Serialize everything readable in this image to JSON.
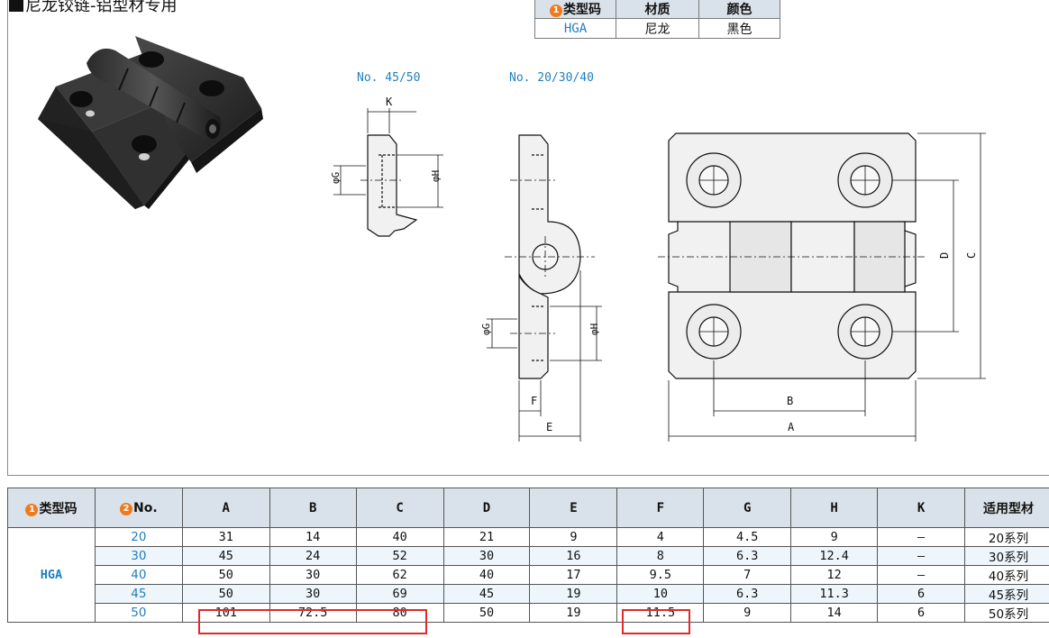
{
  "heading": "尼龙铰链-铝型材专用",
  "spec_table": {
    "headers": [
      "类型码",
      "材质",
      "颜色"
    ],
    "badge": "1",
    "row": [
      "HGA",
      "尼龙",
      "黑色"
    ]
  },
  "drawing_labels": {
    "no_left": "No. 45/50",
    "no_right": "No. 20/30/40",
    "dims": {
      "K": "K",
      "phiG": "φG",
      "phiH": "φH",
      "F": "F",
      "E": "E",
      "A": "A",
      "B": "B",
      "C": "C",
      "D": "D"
    }
  },
  "dims_table": {
    "badge1": "1",
    "badge2": "2",
    "headers": [
      "类型码",
      "No.",
      "A",
      "B",
      "C",
      "D",
      "E",
      "F",
      "G",
      "H",
      "K",
      "适用型材"
    ],
    "type_code": "HGA",
    "rows": [
      {
        "no": "20",
        "A": "31",
        "B": "14",
        "C": "40",
        "D": "21",
        "E": "9",
        "F": "4",
        "G": "4.5",
        "H": "9",
        "K": "–",
        "profile": "20系列"
      },
      {
        "no": "30",
        "A": "45",
        "B": "24",
        "C": "52",
        "D": "30",
        "E": "16",
        "F": "8",
        "G": "6.3",
        "H": "12.4",
        "K": "–",
        "profile": "30系列"
      },
      {
        "no": "40",
        "A": "50",
        "B": "30",
        "C": "62",
        "D": "40",
        "E": "17",
        "F": "9.5",
        "G": "7",
        "H": "12",
        "K": "–",
        "profile": "40系列"
      },
      {
        "no": "45",
        "A": "50",
        "B": "30",
        "C": "69",
        "D": "45",
        "E": "19",
        "F": "10",
        "G": "6.3",
        "H": "11.3",
        "K": "6",
        "profile": "45系列"
      },
      {
        "no": "50",
        "A": "101",
        "B": "72.5",
        "C": "80",
        "D": "50",
        "E": "19",
        "F": "11.5",
        "G": "9",
        "H": "14",
        "K": "6",
        "profile": "50系列"
      }
    ]
  },
  "colors": {
    "highlight": "#e02a2a",
    "header_bg": "#d9e2ea",
    "accent_blue": "#1f7fc0",
    "badge": "#f07a1a"
  }
}
